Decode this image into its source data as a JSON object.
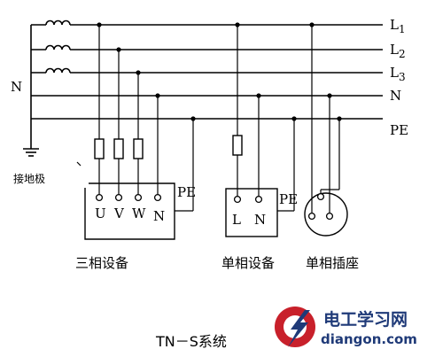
{
  "lines": {
    "l1": {
      "base": "L",
      "sub": "1"
    },
    "l2": {
      "base": "L",
      "sub": "2"
    },
    "l3": {
      "base": "L",
      "sub": "3"
    },
    "n": "N",
    "pe": "PE"
  },
  "source_n_label": "N",
  "ground_label": "接地极",
  "three_phase": {
    "terminals": [
      "U",
      "V",
      "W",
      "N"
    ],
    "pe_label": "PE",
    "name": "三相设备"
  },
  "single_phase": {
    "terminals": [
      "L",
      "N"
    ],
    "pe_label": "PE",
    "name": "单相设备"
  },
  "socket": {
    "name": "单相插座"
  },
  "caption": "TN－S系统",
  "watermark": {
    "cn": "电工学习网",
    "en": "diangon.com",
    "logo_color": "#c8202b",
    "text_color": "#1f3a78"
  }
}
